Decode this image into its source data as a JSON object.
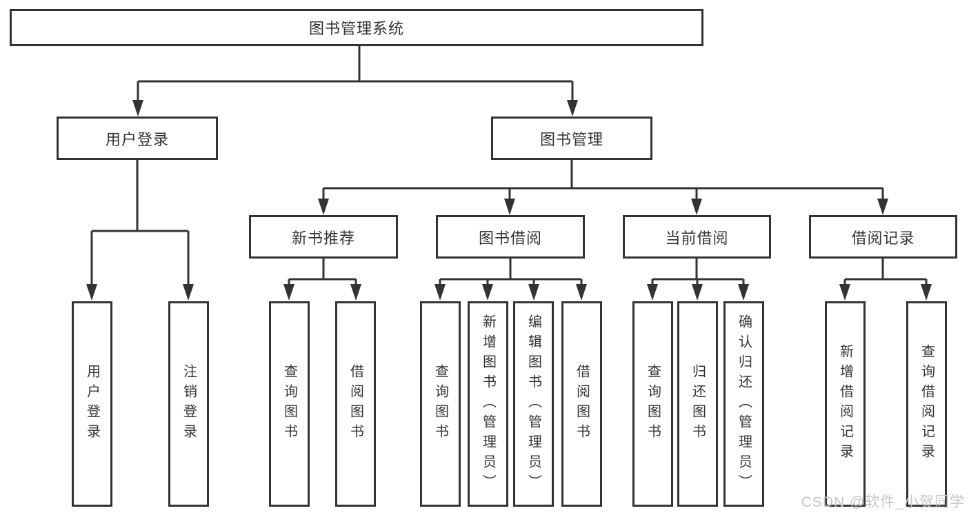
{
  "tree": {
    "root": {
      "label": "图书管理系统"
    },
    "level1": [
      {
        "label": "用户登录",
        "children": [
          {
            "label": "用户登录"
          },
          {
            "label": "注销登录"
          }
        ]
      },
      {
        "label": "图书管理",
        "children": [
          {
            "label": "新书推荐",
            "children": [
              {
                "label": "查询图书"
              },
              {
                "label": "借阅图书"
              }
            ]
          },
          {
            "label": "图书借阅",
            "children": [
              {
                "label": "查询图书"
              },
              {
                "label": "新增图书（管理员）"
              },
              {
                "label": "编辑图书（管理员）"
              },
              {
                "label": "借阅图书"
              }
            ]
          },
          {
            "label": "当前借阅",
            "children": [
              {
                "label": "查询图书"
              },
              {
                "label": "归还图书"
              },
              {
                "label": "确认归还（管理员）"
              }
            ]
          },
          {
            "label": "借阅记录",
            "children": [
              {
                "label": "新增借阅记录"
              },
              {
                "label": "查询借阅记录"
              }
            ]
          }
        ]
      }
    ]
  },
  "watermark": "CSDN @软件_小贺同学",
  "colors": {
    "line": "#333333",
    "text": "#333333",
    "box_background": "#ffffff",
    "page_background": "#ffffff",
    "watermark": "#c6c6c6"
  }
}
